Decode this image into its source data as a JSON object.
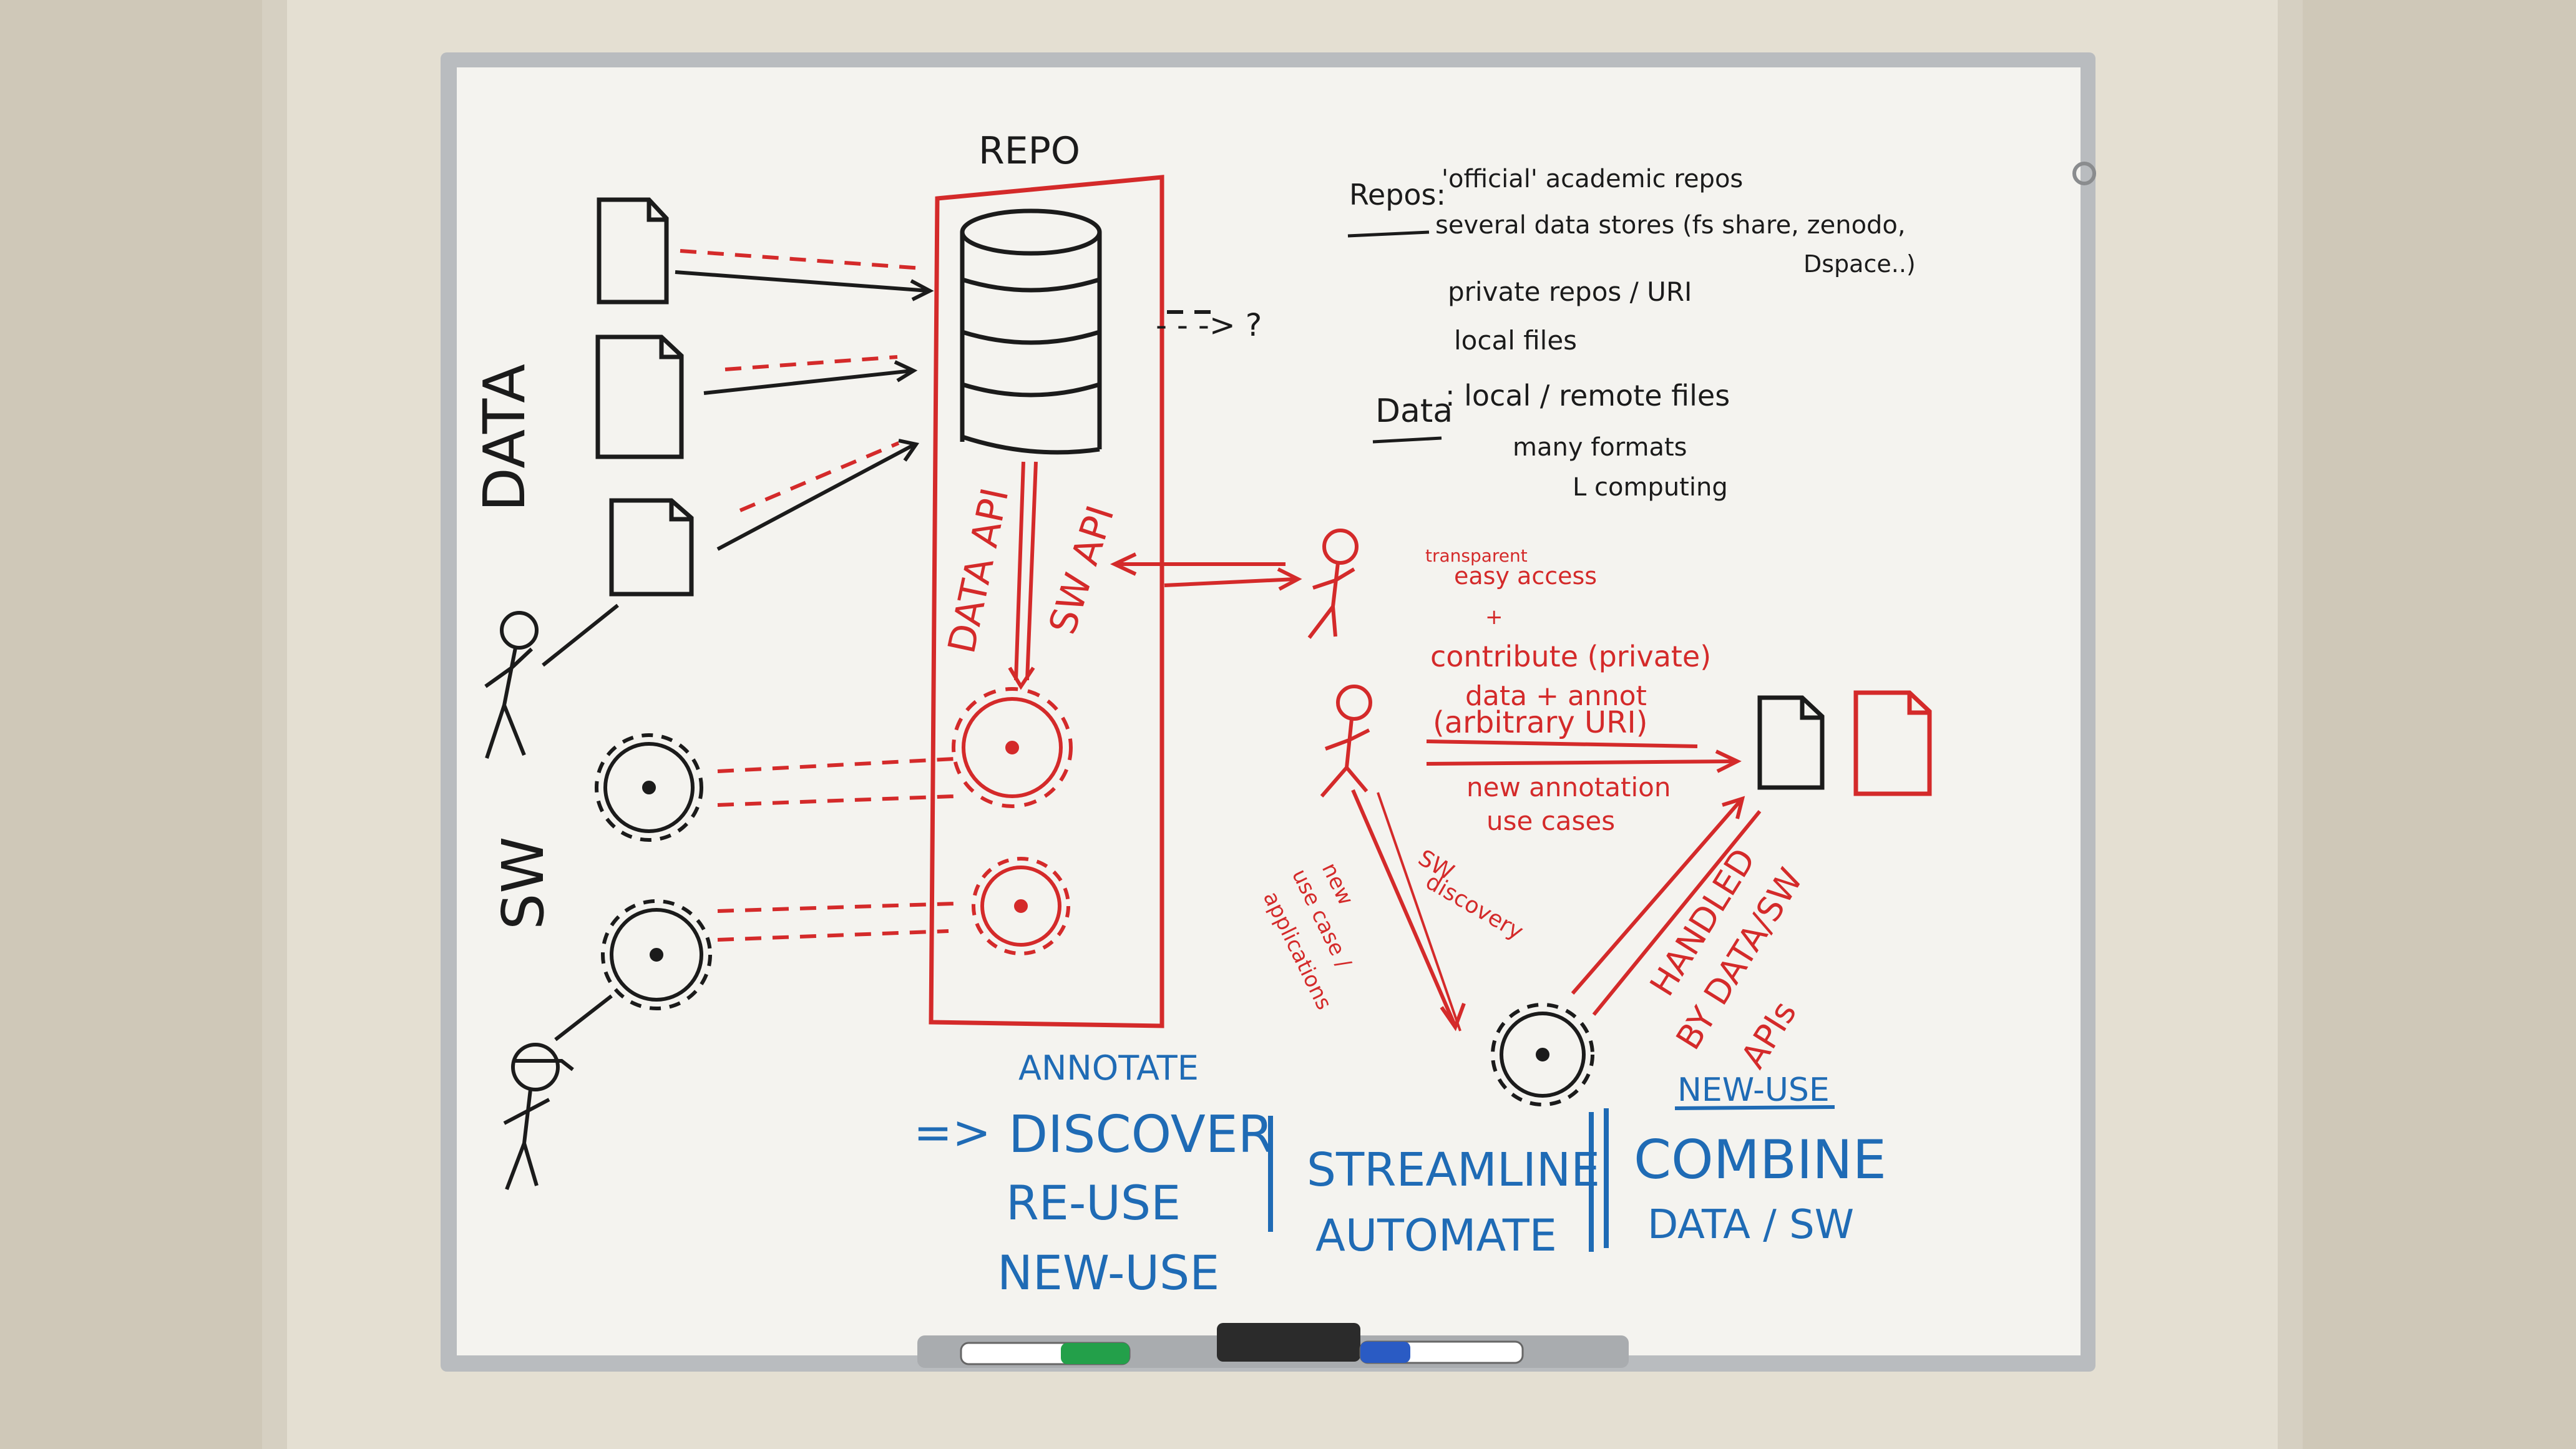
{
  "colors": {
    "wall": "#cfc8b8",
    "wall_light": "#e4dfd2",
    "frame": "#b9bcbf",
    "board": "#f4f3ef",
    "black_ink": "#1b1b1b",
    "red_ink": "#d42a2a",
    "blue_ink": "#1f6bb5",
    "marker_green": "#23a04a",
    "marker_blue": "#2a5bc4",
    "eraser": "#2b2b2b"
  },
  "left": {
    "data_label": "DATA",
    "sw_label": "SW"
  },
  "repo": {
    "title": "REPO",
    "data_api_label": "DATA API",
    "sw_api_label": "SW API",
    "unknown_target": "- - -> ?"
  },
  "notes": {
    "repos_label": "Repos:",
    "repos_line1": "'official' academic repos",
    "repos_line2": "several data stores (fs share, zenodo,",
    "repos_line3": "Dspace..)",
    "repos_line4": "private repos / URI",
    "repos_line5": "local files",
    "data_label": "Data",
    "data_line1": ": local / remote files",
    "data_line2": "many formats",
    "data_line3": "L computing"
  },
  "right": {
    "access_small": "transparent",
    "access_line1": "easy access",
    "access_plus": "+",
    "contrib_line1": "contribute (private)",
    "contrib_line2": "data + annot",
    "contrib_line3": "(arbitrary URI)",
    "new_annotation_line1": "new annotation",
    "new_annotation_line2": "use cases",
    "sw_discovery_line1": "SW",
    "sw_discovery_line2": "discovery",
    "new_use_line1": "new",
    "new_use_line2": "use case /",
    "new_use_line3": "applications",
    "handled_line1": "HANDLED",
    "handled_line2": "BY DATA/SW",
    "handled_line3": "APIs"
  },
  "bottom": {
    "annotate": "ANNOTATE",
    "arrow": "=>",
    "discover": "DISCOVER",
    "reuse": "RE-USE",
    "new_use_left": "NEW-USE",
    "streamline": "STREAMLINE",
    "automate": "AUTOMATE",
    "new_use_right": "NEW-USE",
    "combine": "COMBINE",
    "data_sw": "DATA / SW"
  }
}
